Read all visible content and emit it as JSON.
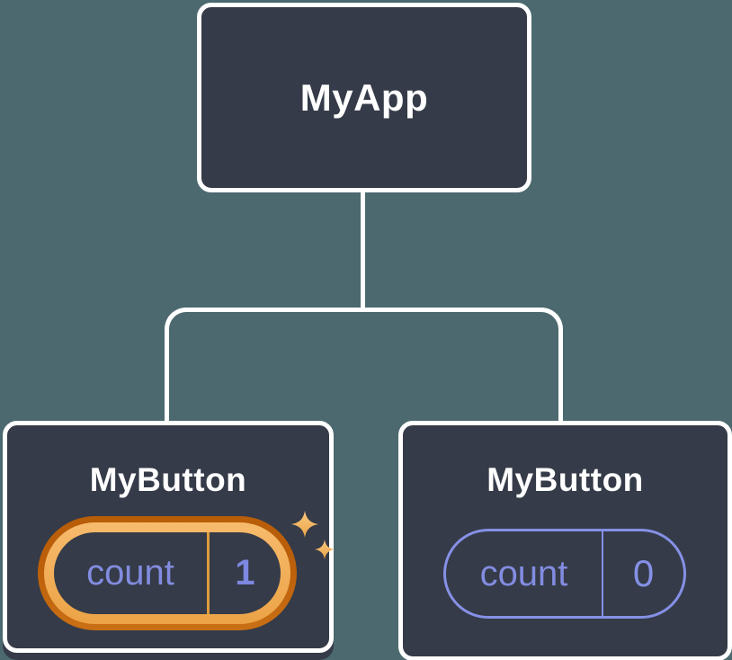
{
  "diagram": {
    "type": "component-tree",
    "root": {
      "label": "MyApp"
    },
    "children": [
      {
        "label": "MyButton",
        "state": {
          "name": "count",
          "value": "1"
        },
        "highlighted": true,
        "icon": "sparkles-icon"
      },
      {
        "label": "MyButton",
        "state": {
          "name": "count",
          "value": "0"
        },
        "highlighted": false
      }
    ]
  },
  "colors": {
    "background": "#4c696f",
    "node_fill": "#353b48",
    "node_stroke": "#ffffff",
    "connector": "#ffffff",
    "state_purple": "#8590e6",
    "state_text": "#828ce0",
    "state_value": "#7d88e0",
    "highlight_outer": "#bc5f0a",
    "highlight_inner_top": "#f7bb6d",
    "highlight_inner_bottom": "#eca346",
    "highlight_divider": "#dd9c3d",
    "sparkle_top": "#f8c97f",
    "sparkle_bottom": "#eca448"
  }
}
